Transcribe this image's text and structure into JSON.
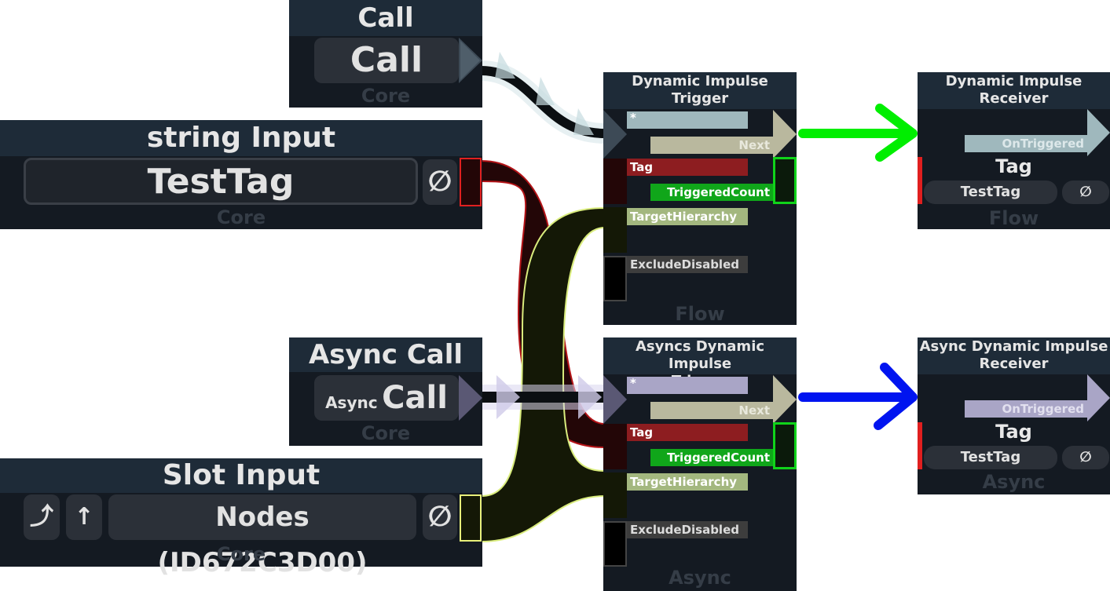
{
  "call_node": {
    "title": "Call",
    "button_label": "Call",
    "category": "Core"
  },
  "string_input_node": {
    "title": "string Input",
    "value": "TestTag",
    "null_symbol": "∅",
    "category": "Core"
  },
  "async_call_node": {
    "title": "Async Call",
    "button_prefix": "Async",
    "button_label": "Call",
    "category": "Core"
  },
  "slot_input_node": {
    "title": "Slot Input",
    "parent_symbol": "⤴",
    "up_symbol": "↑",
    "value": "Nodes (ID672C3D00)",
    "null_symbol": "∅",
    "category": "Core"
  },
  "dynamic_trigger_node": {
    "title_line1": "Dynamic Impulse",
    "title_line2": "Trigger",
    "impulse_in": "*",
    "next": "Next",
    "tag": "Tag",
    "triggered_count": "TriggeredCount",
    "target_hierarchy": "TargetHierarchy",
    "exclude_disabled": "ExcludeDisabled",
    "category": "Flow"
  },
  "async_trigger_node": {
    "title_line1": "Asyncs Dynamic Impulse",
    "title_line2": "Trigger",
    "impulse_in": "*",
    "next": "Next",
    "tag": "Tag",
    "triggered_count": "TriggeredCount",
    "target_hierarchy": "TargetHierarchy",
    "exclude_disabled": "ExcludeDisabled",
    "category": "Async"
  },
  "dynamic_receiver_node": {
    "title_line1": "Dynamic Impulse",
    "title_line2": "Receiver",
    "on_triggered": "OnTriggered",
    "tag_label": "Tag",
    "tag_value": "TestTag",
    "null_symbol": "∅",
    "category": "Flow"
  },
  "async_receiver_node": {
    "title_line1": "Async Dynamic Impulse",
    "title_line2": "Receiver",
    "on_triggered": "OnTriggered",
    "tag_label": "Tag",
    "tag_value": "TestTag",
    "null_symbol": "∅",
    "category": "Async"
  },
  "colors": {
    "node_bg": "#141a22",
    "header_bg": "#1e2b38",
    "impulse": "#9fb8bd",
    "async_impulse": "#a9a5c6",
    "next": "#b9b89e",
    "tag": "#8d1d20",
    "count": "#10a61a",
    "hierarchy": "#a3b77f",
    "exclude": "#3d3d3d",
    "green_arrow": "#00ee00",
    "blue_arrow": "#0014f0"
  }
}
